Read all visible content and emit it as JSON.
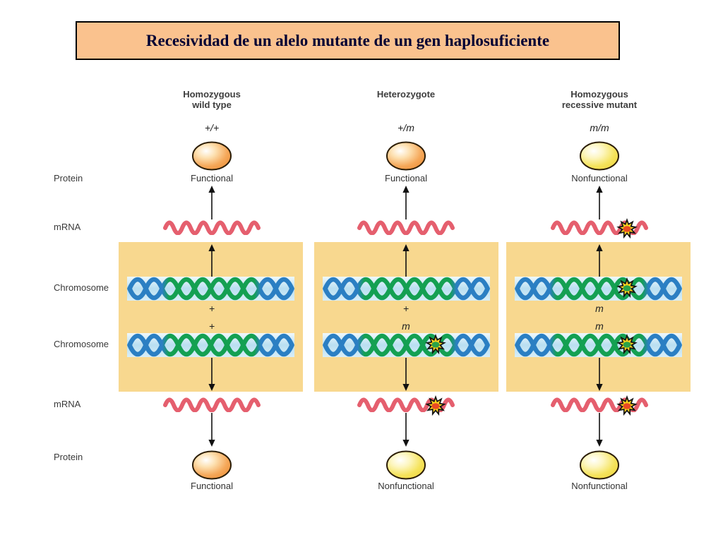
{
  "title": "Recesividad de un alelo mutante de un gen haplosuficiente",
  "row_labels": {
    "protein_top": "Protein",
    "mrna_top": "mRNA",
    "chromosome_top": "Chromosome",
    "chromosome_bottom": "Chromosome",
    "mrna_bottom": "mRNA",
    "protein_bottom": "Protein"
  },
  "columns": [
    {
      "id": "wild-type",
      "header_line1": "Homozygous",
      "header_line2": "wild type",
      "genotype": "+/+",
      "top_protein_label": "Functional",
      "top_protein_color": "orange",
      "allele_top": "+",
      "allele_bottom": "+",
      "mutations": {
        "top_mrna": false,
        "top_chromosome": false,
        "bottom_chromosome": false,
        "bottom_mrna": false
      },
      "bottom_protein_label": "Functional",
      "bottom_protein_color": "orange"
    },
    {
      "id": "heterozygote",
      "header_line1": "Heterozygote",
      "header_line2": "",
      "genotype": "+/m",
      "top_protein_label": "Functional",
      "top_protein_color": "orange",
      "allele_top": "+",
      "allele_bottom": "m",
      "mutations": {
        "top_mrna": false,
        "top_chromosome": false,
        "bottom_chromosome": true,
        "bottom_mrna": true
      },
      "bottom_protein_label": "Nonfunctional",
      "bottom_protein_color": "yellow"
    },
    {
      "id": "recessive-mutant",
      "header_line1": "Homozygous",
      "header_line2": "recessive mutant",
      "genotype": "m/m",
      "top_protein_label": "Nonfunctional",
      "top_protein_color": "yellow",
      "allele_top": "m",
      "allele_bottom": "m",
      "mutations": {
        "top_mrna": true,
        "top_chromosome": true,
        "bottom_chromosome": true,
        "bottom_mrna": true
      },
      "bottom_protein_label": "Nonfunctional",
      "bottom_protein_color": "yellow"
    }
  ],
  "colors": {
    "title_bg": "#fac28e",
    "panel_bg": "#f8d88f",
    "mrna_red": "#e55f6e",
    "dna_blue": "#2b7fc3",
    "dna_green": "#14a052",
    "functional_protein": "#ef9240",
    "nonfunctional_protein": "#f2df4c",
    "chromosome_band": "#b9dff1"
  },
  "icons": {
    "mutation_burst": "starburst",
    "arrow": "black-arrow"
  }
}
